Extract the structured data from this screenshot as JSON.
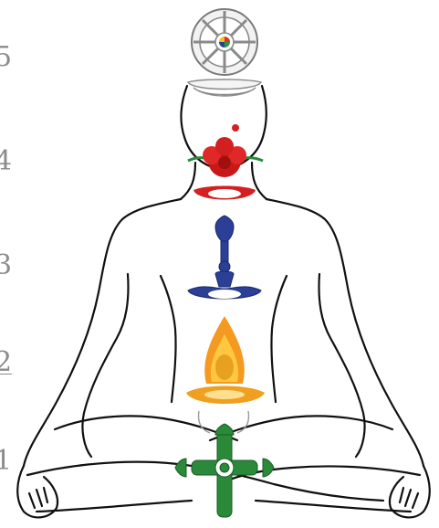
{
  "levels": [
    {
      "label": "5"
    },
    {
      "label": "4"
    },
    {
      "label": "3"
    },
    {
      "label": "2"
    },
    {
      "label": "1"
    }
  ],
  "symbols": {
    "crown": {
      "name": "dharma-wheel-icon",
      "color": "#9a9a9a"
    },
    "throat": {
      "name": "lotus-flower-icon",
      "color": "#d42020"
    },
    "heart": {
      "name": "vajra-icon",
      "color": "#2b3f96"
    },
    "navel": {
      "name": "flaming-jewel-icon",
      "color": "#f0a020"
    },
    "base": {
      "name": "double-vajra-icon",
      "color": "#2a8a3a"
    }
  },
  "colors": {
    "outline": "#111111",
    "label": "#8c8c8c"
  }
}
